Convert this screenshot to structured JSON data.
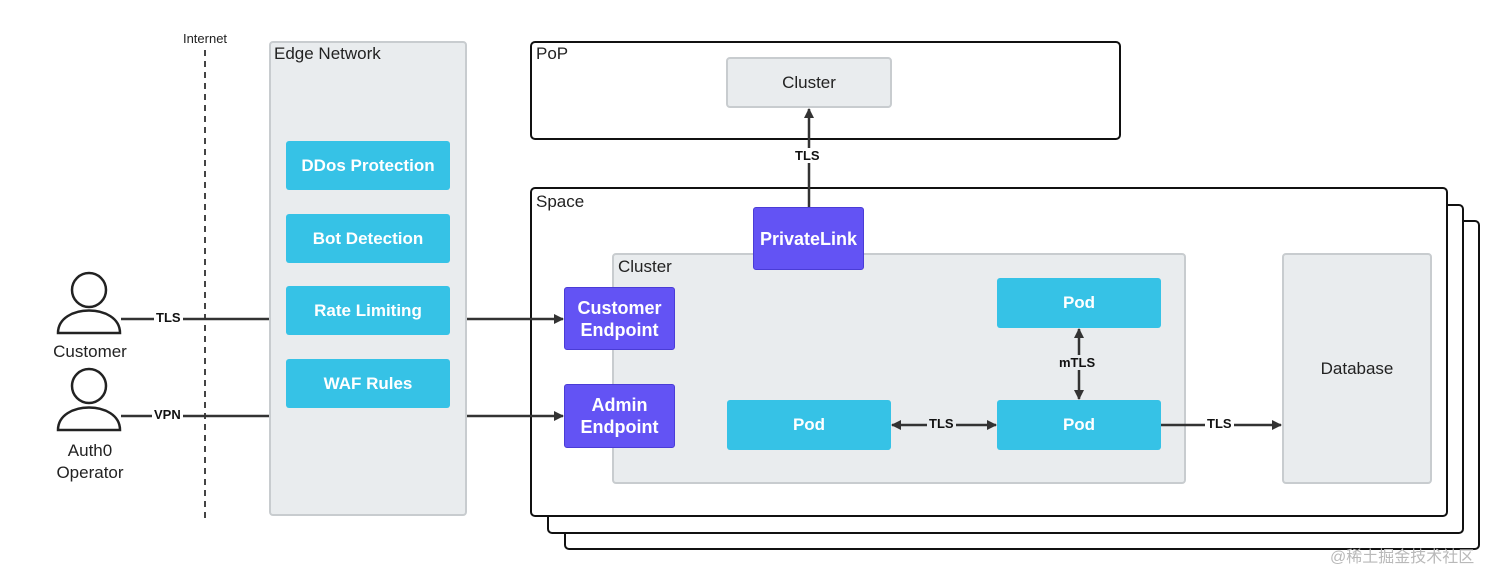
{
  "internet_label": "Internet",
  "edge_network": {
    "title": "Edge Network",
    "items": [
      "DDos Protection",
      "Bot Detection",
      "Rate Limiting",
      "WAF Rules"
    ]
  },
  "actors": {
    "customer": "Customer",
    "operator_line1": "Auth0",
    "operator_line2": "Operator"
  },
  "pop": {
    "title": "PoP",
    "cluster": "Cluster"
  },
  "space": {
    "title": "Space",
    "privatelink": "PrivateLink",
    "cluster_title": "Cluster",
    "customer_endpoint": "Customer Endpoint",
    "admin_endpoint": "Admin Endpoint",
    "pod_top": "Pod",
    "pod_left": "Pod",
    "pod_right": "Pod",
    "database": "Database"
  },
  "edges": {
    "customer_tls": "TLS",
    "operator_vpn": "VPN",
    "privatelink_tls": "TLS",
    "pods_mtls": "mTLS",
    "pods_tls": "TLS",
    "db_tls": "TLS"
  },
  "watermark": "@稀土掘金技术社区"
}
